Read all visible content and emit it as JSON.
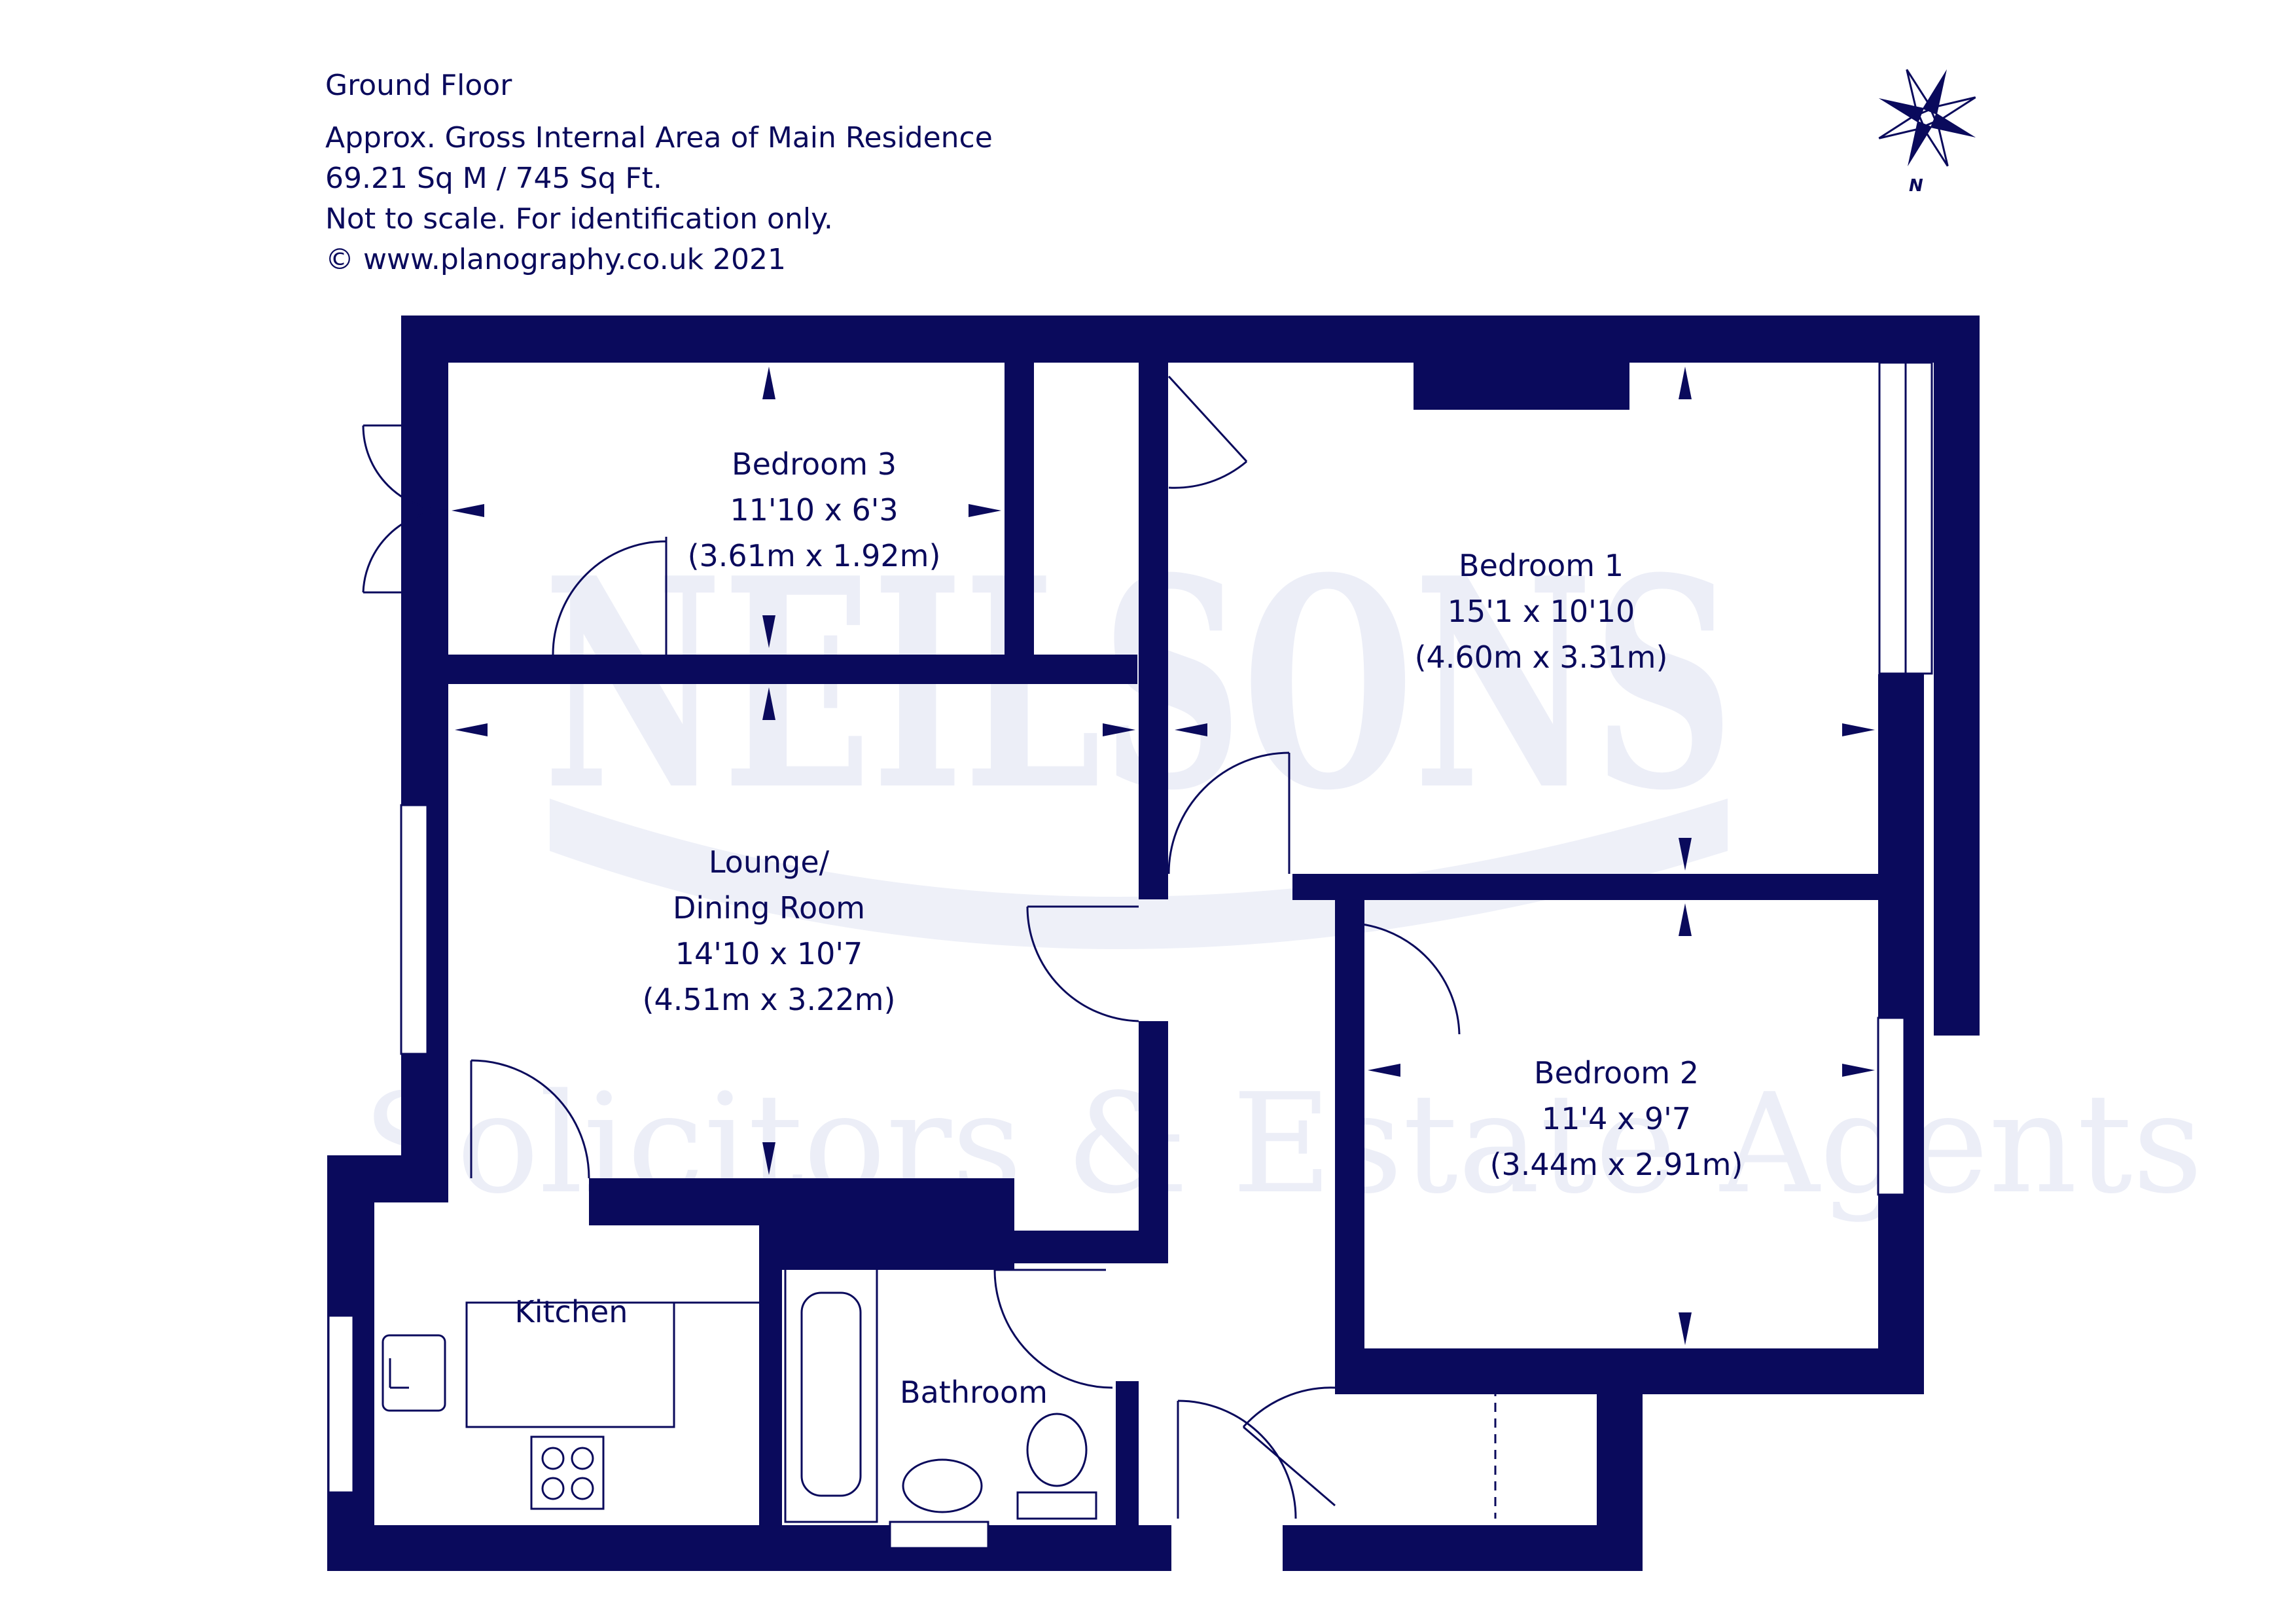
{
  "header": {
    "floor": "Ground Floor",
    "area_label": "Approx. Gross Internal Area of Main Residence",
    "area_value": "69.21 Sq M / 745 Sq Ft.",
    "disclaimer": "Not to scale. For identification only.",
    "copyright": "© www.planography.co.uk 2021"
  },
  "compass": {
    "label": "N"
  },
  "watermark": {
    "brand": "NEILSONS",
    "tagline": "Solicitors & Estate Agents"
  },
  "rooms": {
    "bedroom3": {
      "name": "Bedroom 3",
      "imperial": "11'10 x 6'3",
      "metric": "(3.61m x 1.92m)"
    },
    "bedroom1": {
      "name": "Bedroom 1",
      "imperial": "15'1 x 10'10",
      "metric": "(4.60m x 3.31m)"
    },
    "lounge": {
      "name_line1": "Lounge/",
      "name_line2": "Dining Room",
      "imperial": "14'10 x 10'7",
      "metric": "(4.51m x 3.22m)"
    },
    "bedroom2": {
      "name": "Bedroom 2",
      "imperial": "11'4 x 9'7",
      "metric": "(3.44m x 2.91m)"
    },
    "kitchen": {
      "name": "Kitchen"
    },
    "bathroom": {
      "name": "Bathroom"
    }
  },
  "colors": {
    "wall": "#0a0a5c",
    "watermark": "#eceef7",
    "background": "#ffffff"
  }
}
